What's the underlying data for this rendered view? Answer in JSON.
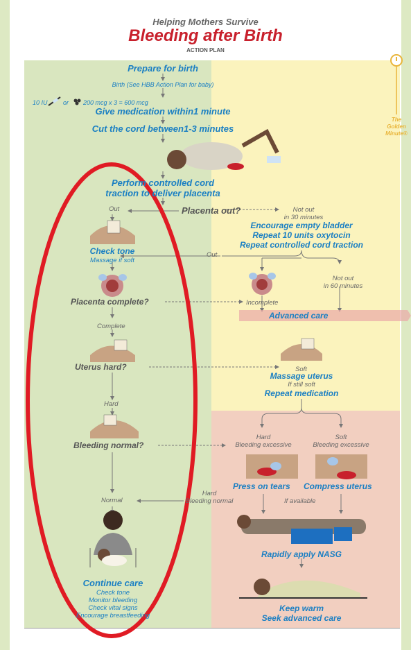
{
  "header": {
    "series": "Helping Mothers Survive",
    "title": "Bleeding after Birth",
    "subtitle": "ACTION PLAN"
  },
  "golden_minute": {
    "label_line1": "The",
    "label_line2": "Golden",
    "label_line3": "Minute®"
  },
  "steps": {
    "prepare": "Prepare for birth",
    "birth_note": "Birth (See HBB Action Plan for baby)",
    "dose_iu": "10 IU",
    "dose_or": "or",
    "dose_mcg": "200 mcg x 3 = 600 mcg",
    "give_medication": "Give medication within1 minute",
    "cut_cord": "Cut the cord between1-3 minutes",
    "perform_line1": "Perform controlled cord",
    "perform_line2": "traction to deliver placenta",
    "placenta_out_q": "Placenta out?",
    "out_left": "Out",
    "not_out_line1": "Not out",
    "not_out_line2": "in 30 minutes",
    "encourage_line1": "Encourage empty bladder",
    "encourage_line2": "Repeat 10 units oxytocin",
    "encourage_line3": "Repeat controlled cord traction",
    "out_right": "Out",
    "not_out60_line1": "Not out",
    "not_out60_line2": "in 60 minutes",
    "check_tone": "Check tone",
    "massage_if_soft": "Massage if soft",
    "placenta_complete_q": "Placenta complete?",
    "incomplete": "Incomplete",
    "advanced_care": "Advanced care",
    "complete": "Complete",
    "uterus_hard_q": "Uterus hard?",
    "soft": "Soft",
    "massage_uterus": "Massage uterus",
    "if_still_soft": "If still soft",
    "repeat_medication": "Repeat medication",
    "hard": "Hard",
    "bleeding_normal_q": "Bleeding normal?",
    "hard_excessive_line1": "Hard",
    "hard_excessive_line2": "Bleeding excessive",
    "soft_excessive_line1": "Soft",
    "soft_excessive_line2": "Bleeding excessive",
    "press_on_tears": "Press on tears",
    "compress_uterus": "Compress uterus",
    "normal": "Normal",
    "hard_normal_line1": "Hard",
    "hard_normal_line2": "Bleeding normal",
    "if_available": "If available",
    "rapidly_apply": "Rapidly apply NASG",
    "keep_warm": "Keep warm",
    "seek_advanced": "Seek advanced care",
    "continue_care": "Continue care",
    "cc_1": "Check tone",
    "cc_2": "Monitor bleeding",
    "cc_3": "Check vital signs",
    "cc_4": "Encourage breastfeeding"
  },
  "colors": {
    "title_red": "#c8202c",
    "blue_text": "#1a7fc3",
    "green_panel": "#d9e6bf",
    "yellow_panel": "#fbf3bd",
    "pink_panel": "#f2cfc0",
    "highlight_ellipse": "#e01b24",
    "golden_minute": "#e9b53a"
  }
}
